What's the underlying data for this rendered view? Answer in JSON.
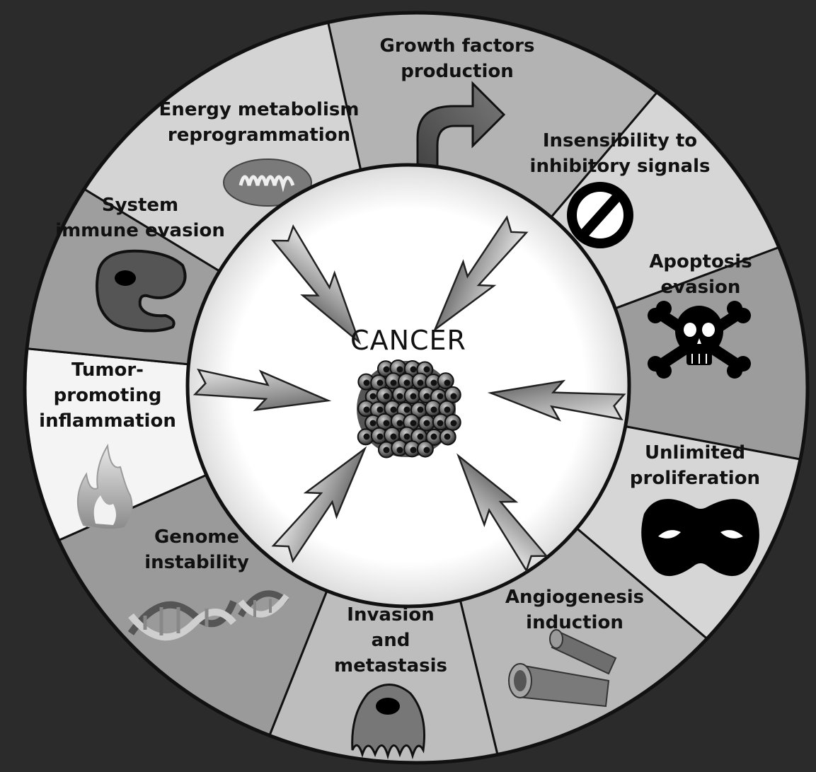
{
  "center": {
    "title": "CANCER"
  },
  "hallmarks": [
    {
      "id": "growth-factors",
      "lines": [
        "Growth factors",
        "production"
      ],
      "icon": "arrow-icon",
      "fill": "#b3b3b3"
    },
    {
      "id": "insensibility",
      "lines": [
        "Insensibility to",
        "inhibitory signals"
      ],
      "icon": "prohibition-icon",
      "fill": "#d6d6d6"
    },
    {
      "id": "apoptosis",
      "lines": [
        "Apoptosis",
        "evasion"
      ],
      "icon": "skull-crossbones-icon",
      "fill": "#9c9c9c"
    },
    {
      "id": "unlimited",
      "lines": [
        "Unlimited",
        "proliferation"
      ],
      "icon": "mask-icon",
      "fill": "#d6d6d6"
    },
    {
      "id": "angiogenesis",
      "lines": [
        "Angiogenesis",
        "induction"
      ],
      "icon": "blood-vessel-icon",
      "fill": "#b8b8b8"
    },
    {
      "id": "invasion",
      "lines": [
        "Invasion",
        "and",
        "metastasis"
      ],
      "icon": "invasive-cell-icon",
      "fill": "#bdbdbd"
    },
    {
      "id": "genome",
      "lines": [
        "Genome",
        "instability"
      ],
      "icon": "dna-icon",
      "fill": "#9a9a9a"
    },
    {
      "id": "inflammation",
      "lines": [
        "Tumor-",
        "promoting",
        "inflammation"
      ],
      "icon": "flame-icon",
      "fill": "#f4f4f4"
    },
    {
      "id": "immune",
      "lines": [
        "System",
        "immune evasion"
      ],
      "icon": "immune-cell-icon",
      "fill": "#9e9e9e"
    },
    {
      "id": "energy",
      "lines": [
        "Energy metabolism",
        "reprogrammation"
      ],
      "icon": "mitochondria-icon",
      "fill": "#d4d4d4"
    }
  ]
}
